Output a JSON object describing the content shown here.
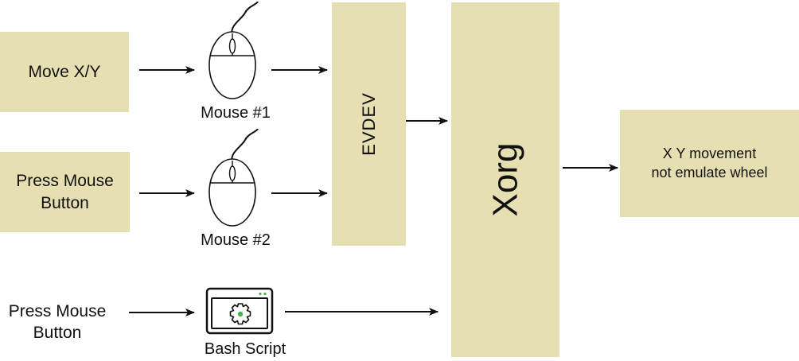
{
  "diagram": {
    "inputs": {
      "move_xy": "Move X/Y",
      "press_button_1": "Press Mouse\nButton",
      "press_button_2": "Press Mouse\nButton"
    },
    "devices": {
      "mouse1": "Mouse #1",
      "mouse2": "Mouse #2",
      "bash_script": "Bash Script"
    },
    "layers": {
      "evdev": "EVDEV",
      "xorg": "Xorg"
    },
    "output": {
      "result": "X Y movement\nnot emulate wheel"
    },
    "colors": {
      "box_fill": "#e6dfb1",
      "icon_accent": "#4caf50",
      "stroke": "#111111"
    },
    "icons": [
      "mouse-icon",
      "bash-script-icon"
    ]
  }
}
